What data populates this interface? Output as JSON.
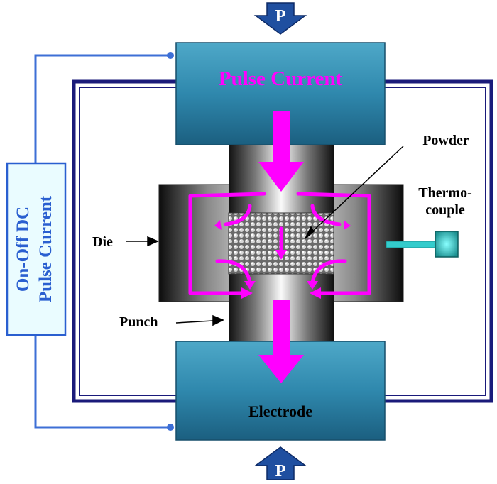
{
  "labels": {
    "pressure_top": "P",
    "pressure_bottom": "P",
    "pulse_current": "Pulse Current",
    "electrode": "Electrode",
    "powder": "Powder",
    "thermocouple_line1": "Thermo-",
    "thermocouple_line2": "couple",
    "die": "Die",
    "punch": "Punch",
    "power_supply_line1": "On-Off DC",
    "power_supply_line2": "Pulse Current"
  },
  "colors": {
    "electrode": "#2f88ad",
    "current_arrow": "#ff00ff",
    "pressure_arrow": "#1f4fa0",
    "chamber_frame": "#1a1a7a",
    "wire": "#3d6fd6",
    "thermocouple": "#33cccc",
    "power_box_border": "#2a5fd0",
    "power_box_fill": "#eafcff"
  },
  "icons": {
    "pressure": "down-block-arrow",
    "current": "down-block-arrow"
  }
}
